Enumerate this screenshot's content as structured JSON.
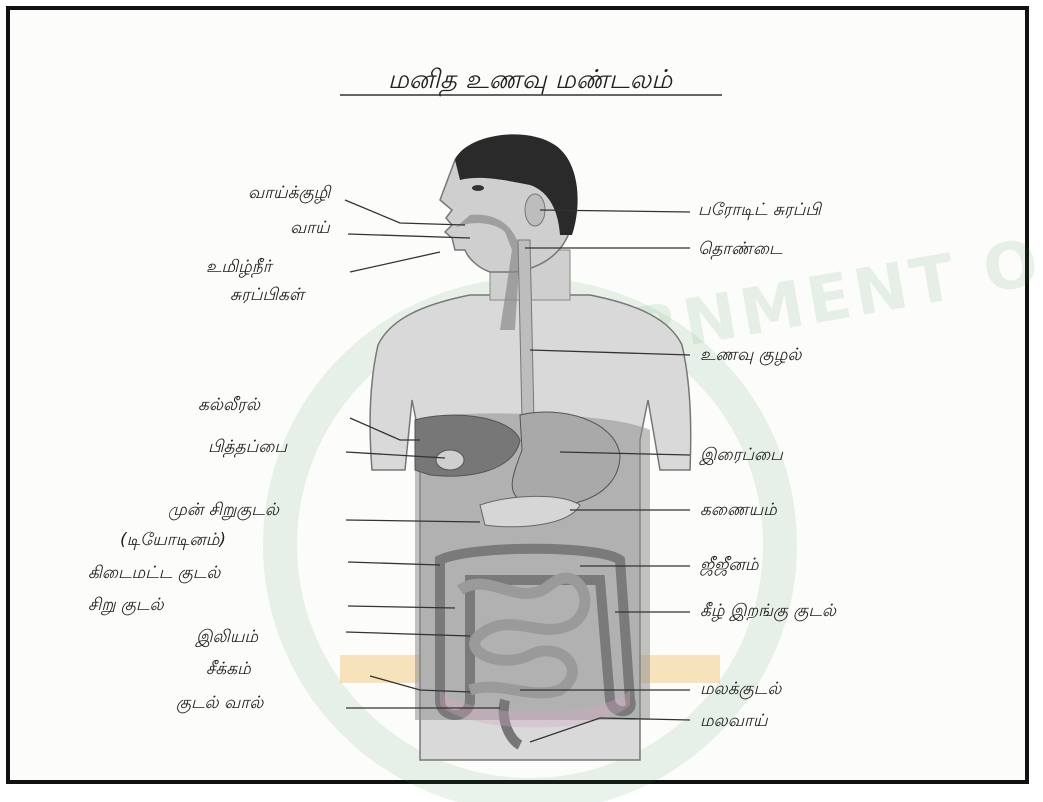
{
  "title": "மனித உணவு மண்டலம்",
  "watermark": {
    "top": "GOVERNMENT OF TAMIL NADU",
    "color": "#2f8a3c"
  },
  "labels_left": [
    {
      "id": "mouth-cavity",
      "text": "வாய்க்குழி"
    },
    {
      "id": "mouth",
      "text": "வாய்"
    },
    {
      "id": "salivary-1",
      "text": "உமிழ்நீர்"
    },
    {
      "id": "salivary-2",
      "text": "சுரப்பிகள்"
    },
    {
      "id": "liver",
      "text": "கல்லீரல்"
    },
    {
      "id": "gall-bladder",
      "text": "பித்தப்பை"
    },
    {
      "id": "duodenum-1",
      "text": "முன் சிறுகுடல்"
    },
    {
      "id": "duodenum-2",
      "text": "(டியோடினம்)"
    },
    {
      "id": "transverse-colon",
      "text": "கிடைமட்ட குடல்"
    },
    {
      "id": "small-intestine",
      "text": "சிறு குடல்"
    },
    {
      "id": "ileum",
      "text": "இலியம்"
    },
    {
      "id": "caecum",
      "text": "சீக்கம்"
    },
    {
      "id": "appendix",
      "text": "குடல் வால்"
    }
  ],
  "labels_right": [
    {
      "id": "parotid",
      "text": "பரோடிட் சுரப்பி"
    },
    {
      "id": "pharynx",
      "text": "தொண்டை"
    },
    {
      "id": "oesophagus",
      "text": "உணவு குழல்"
    },
    {
      "id": "stomach",
      "text": "இரைப்பை"
    },
    {
      "id": "pancreas",
      "text": "கணையம்"
    },
    {
      "id": "jejunum",
      "text": "ஜீஜீனம்"
    },
    {
      "id": "descending-colon",
      "text": "கீழ் இறங்கு குடல்"
    },
    {
      "id": "rectum",
      "text": "மலக்குடல்"
    },
    {
      "id": "anus",
      "text": "மலவாய்"
    }
  ]
}
